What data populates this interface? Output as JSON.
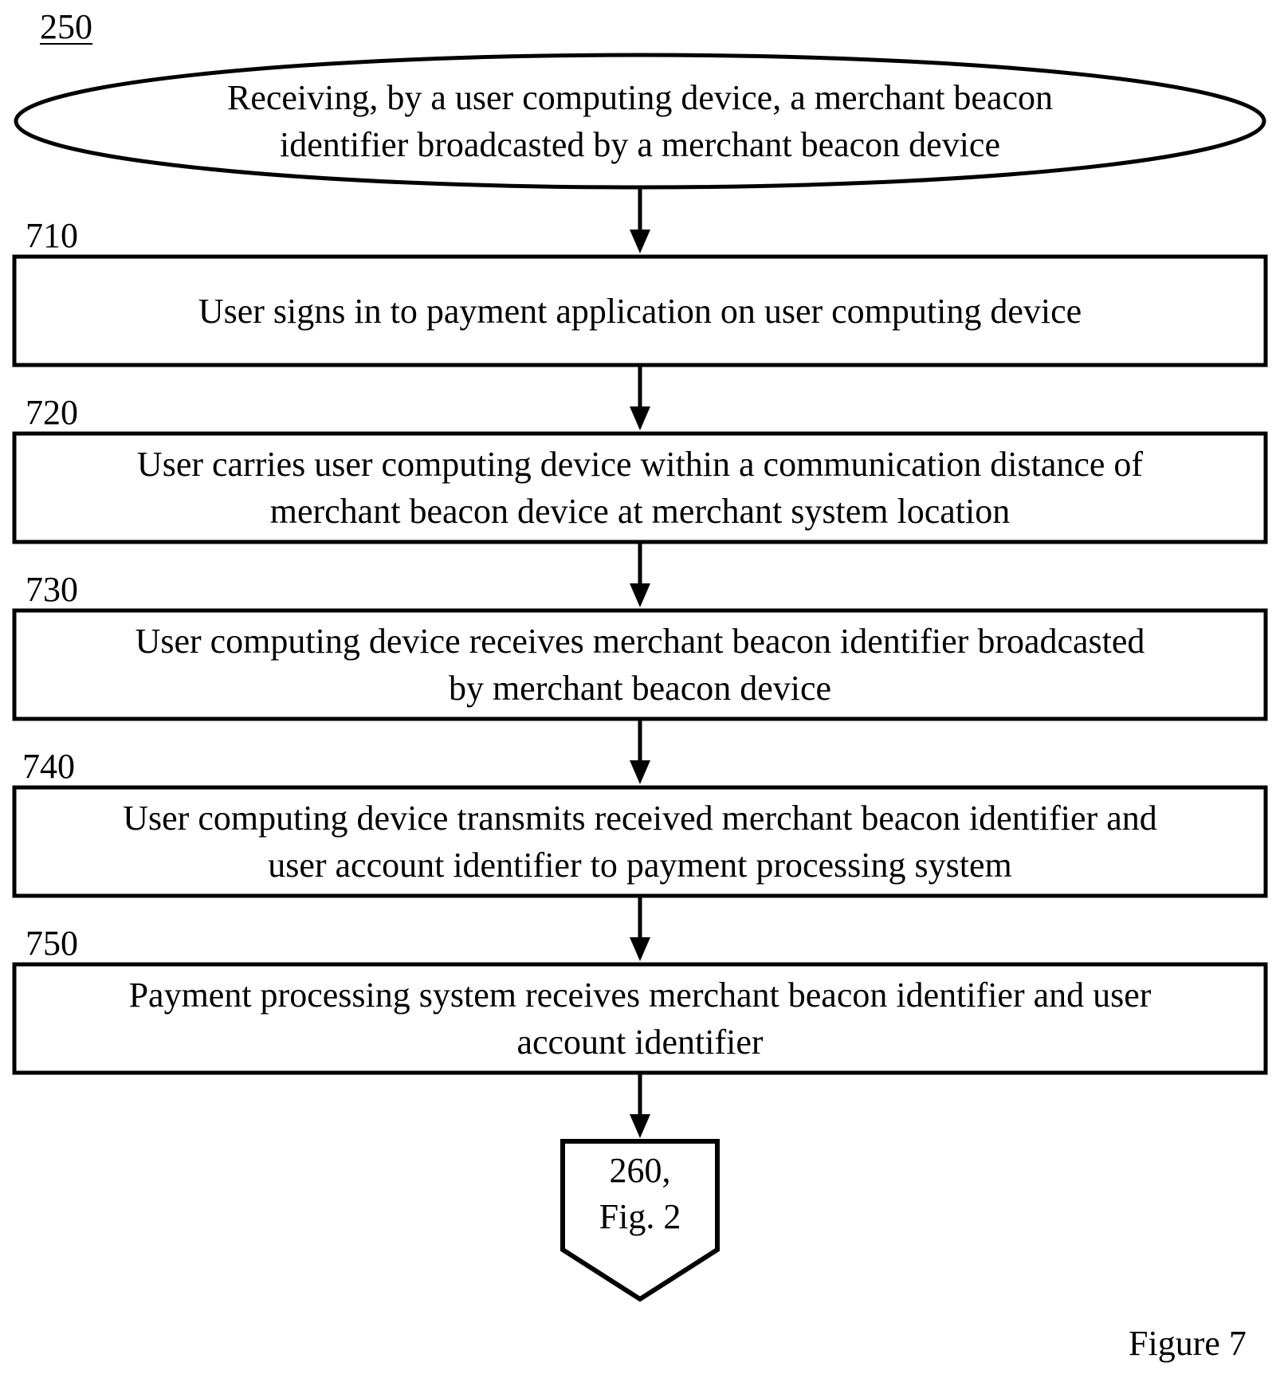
{
  "diagram": {
    "start_ref": "250",
    "start_text_line1": "Receiving, by a user computing device, a merchant beacon",
    "start_text_line2": "identifier broadcasted by a merchant beacon device",
    "steps": [
      {
        "ref": "710",
        "line1": "User signs in to payment application on user computing device",
        "line2": ""
      },
      {
        "ref": "720",
        "line1": "User carries user computing device within a communication distance of",
        "line2": "merchant beacon device at merchant system location"
      },
      {
        "ref": "730",
        "line1": "User computing device receives merchant beacon identifier broadcasted",
        "line2": "by merchant beacon device"
      },
      {
        "ref": "740",
        "line1": "User computing device transmits received merchant beacon identifier and",
        "line2": "user account identifier to payment processing system"
      },
      {
        "ref": "750",
        "line1": "Payment processing system receives merchant beacon identifier and user",
        "line2": "account identifier"
      }
    ],
    "end_connector_line1": "260,",
    "end_connector_line2": "Fig. 2",
    "figure_label": "Figure 7"
  }
}
